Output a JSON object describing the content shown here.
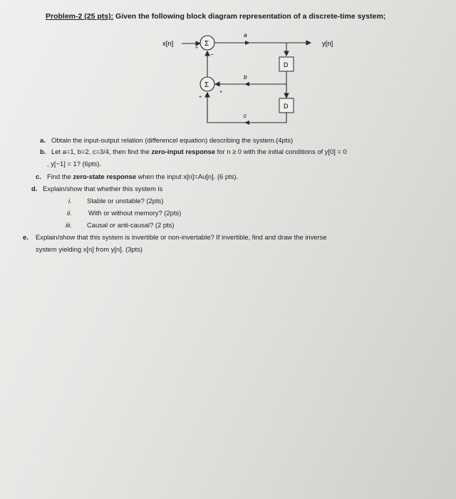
{
  "header": {
    "problem_label": "Problem-2 (25 pts):",
    "text": " Given the following block diagram representation of a discrete-time system;"
  },
  "diagram": {
    "input_label": "x[n]",
    "output_label": "y[n]",
    "sum_symbol": "Σ",
    "delay_symbol": "D",
    "gain_a": "a",
    "gain_b": "b",
    "gain_c": "c",
    "plus_sign": "+",
    "minus_sign": "−"
  },
  "questions": {
    "a": {
      "label": "a.",
      "text": "Obtain the input-output relation (differencel equation) describing the system.(4pts)"
    },
    "b": {
      "label": "b.",
      "text_1": "Let a=1, b=2, c=3/4, then find the ",
      "bold": "zero-input response",
      "text_2": " for n ≥ 0  with the initial conditions of y[0] = 0",
      "text_cont": ", y[−1] = 1? (6pts)."
    },
    "c": {
      "label": "c.",
      "text_1": "Find the ",
      "bold": "zero-state response",
      "text_2": " when the input x[n]=Au[n]. (6 pts)."
    },
    "d": {
      "label": "d.",
      "text": "Explain/show that whether this system is",
      "i": {
        "label": "i.",
        "text": "Stable or unstable? (2pts)"
      },
      "ii": {
        "label": "ii.",
        "text": "With or without memory? (2pts)"
      },
      "iii": {
        "label": "iii.",
        "text": "Causal or anti-causal? (2 pts)"
      }
    },
    "e": {
      "label": "e.",
      "text": "Explain/show that this system is invertible or non-invertable? If invertible, find and draw the inverse",
      "text_cont": "system yielding x[n] from y[n]. (3pts)"
    }
  }
}
